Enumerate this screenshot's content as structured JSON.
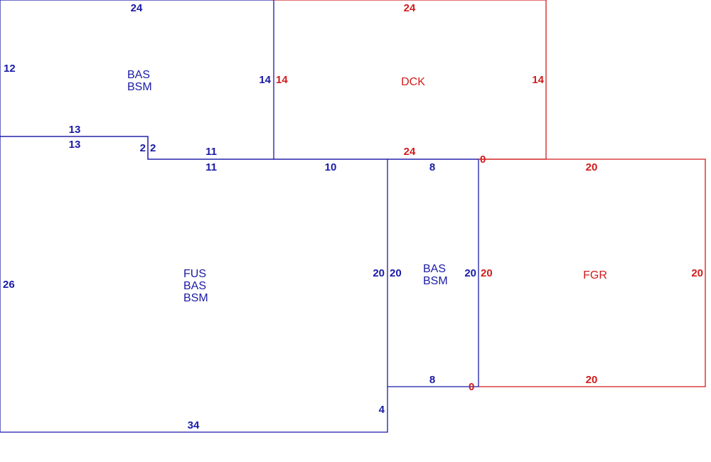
{
  "colors": {
    "living_area": "#1a1aa6",
    "outbuilding": "#d21a1a",
    "background": "#ffffff"
  },
  "areas": {
    "top_left": {
      "code_1": "BAS",
      "code_2": "BSM",
      "dims": {
        "top": "24",
        "left": "12",
        "right": "14",
        "step_upper": "13",
        "step_lower": "13",
        "step_side_left": "2",
        "step_side_right": "2",
        "bottom_upper": "11"
      }
    },
    "deck": {
      "code": "DCK",
      "dims": {
        "top": "24",
        "left": "14",
        "right": "14",
        "bottom": "24",
        "corner": "0"
      }
    },
    "main": {
      "code_1": "FUS",
      "code_2": "BAS",
      "code_3": "BSM",
      "dims": {
        "top_left": "11",
        "top_right": "10",
        "left": "26",
        "right": "20",
        "bottom": "34",
        "jog": "4"
      }
    },
    "middle": {
      "code_1": "BAS",
      "code_2": "BSM",
      "dims": {
        "top": "8",
        "bottom": "8",
        "left": "20",
        "right": "20"
      }
    },
    "garage": {
      "code": "FGR",
      "dims": {
        "top": "20",
        "bottom": "20",
        "left": "20",
        "right": "20",
        "corner": "0"
      }
    }
  }
}
